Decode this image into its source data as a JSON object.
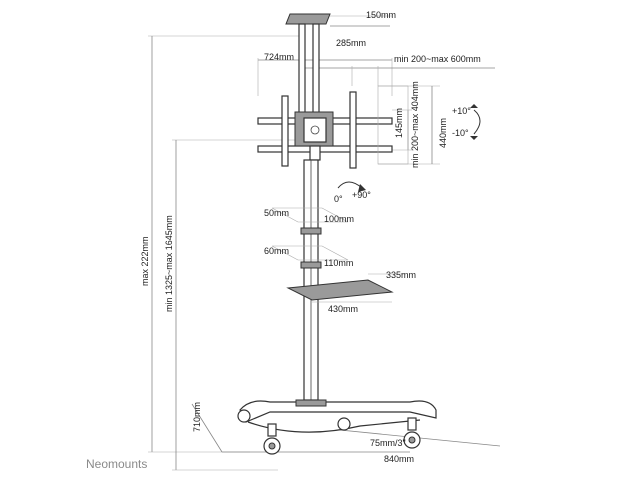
{
  "brand": "Neomounts",
  "dimensions": {
    "top_depth": "150mm",
    "top_width": "285mm",
    "bracket_width": "724mm",
    "vesa_horizontal": "min 200~max 600mm",
    "arm_height": "145mm",
    "vesa_vertical": "min 200~max 404mm",
    "bracket_height": "440mm",
    "tilt_up": "+10°",
    "tilt_down": "-10°",
    "rotate_zero": "0°",
    "rotate_ninety": "+90°",
    "clamp1_a": "50mm",
    "clamp1_b": "100mm",
    "clamp2_a": "60mm",
    "clamp2_b": "110mm",
    "shelf_depth": "335mm",
    "shelf_width": "430mm",
    "total_height": "max 222mm",
    "mount_height": "min 1325~max 1645mm",
    "base_depth": "710mm",
    "caster": "75mm/3\"",
    "base_width": "840mm"
  }
}
